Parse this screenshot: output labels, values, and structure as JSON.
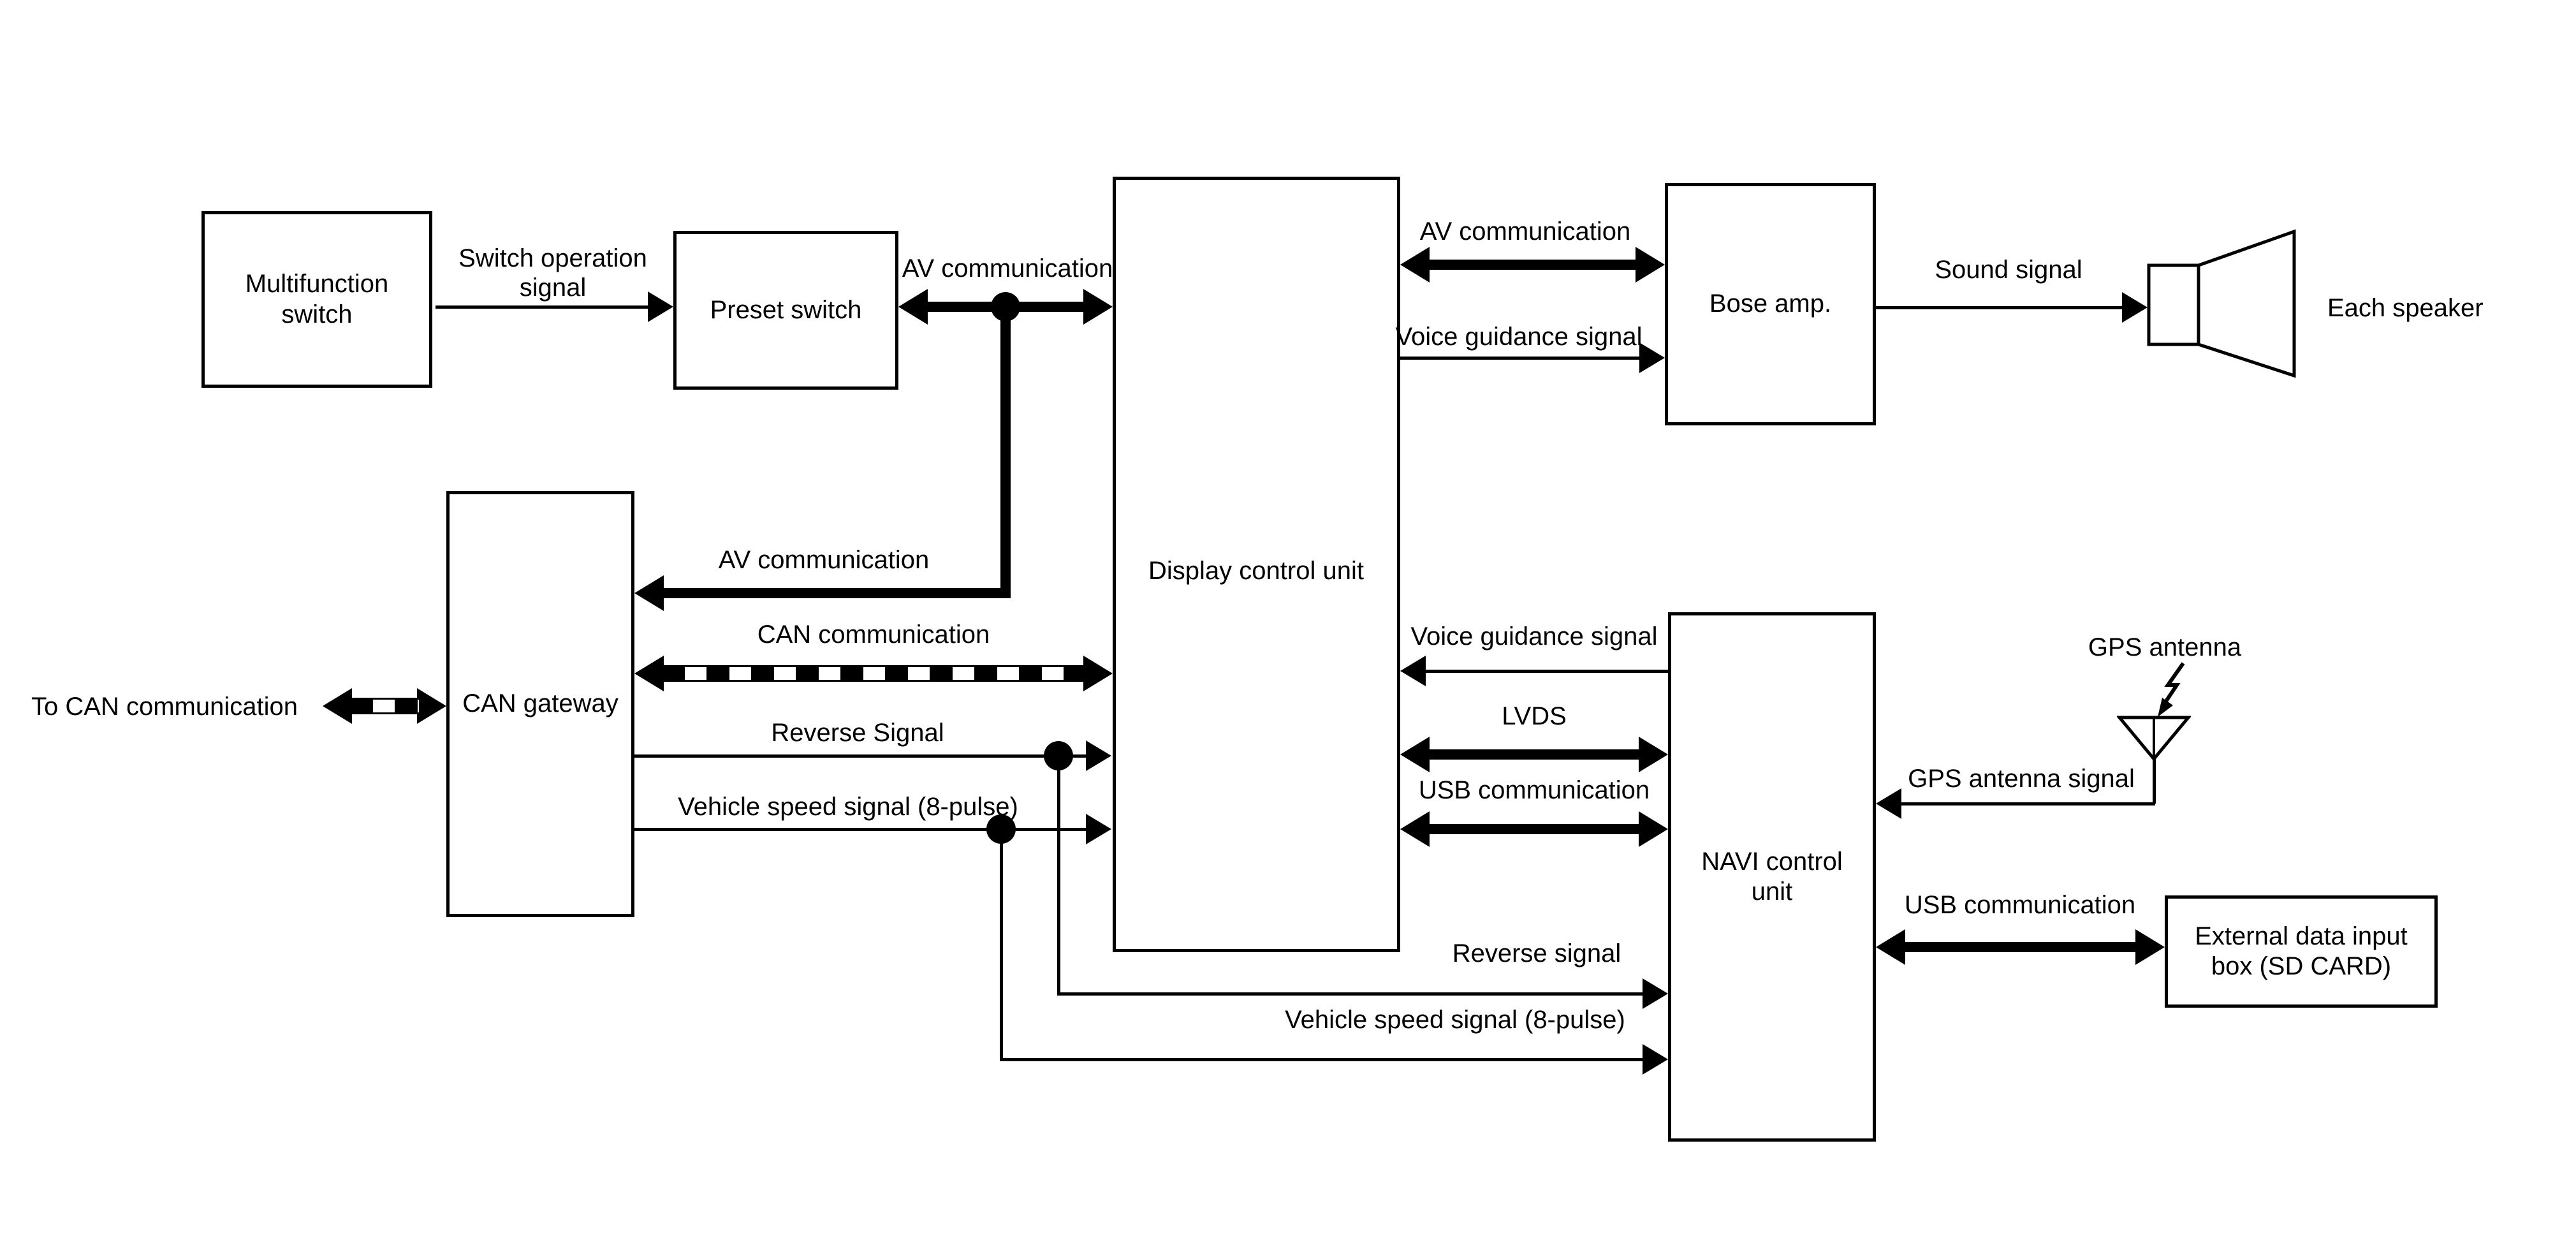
{
  "boxes": {
    "multifunction": "Multifunction\nswitch",
    "preset": "Preset switch",
    "display": "Display control unit",
    "bose": "Bose amp.",
    "can_gateway": "CAN gateway",
    "navi": "NAVI control\nunit",
    "external": "External data input\nbox (SD CARD)"
  },
  "labels": {
    "switch_operation": "Switch operation\nsignal",
    "av_preset": "AV communication",
    "av_gateway": "AV communication",
    "av_bose": "AV communication",
    "can_comm": "CAN communication",
    "to_can": "To CAN communication",
    "reverse_top": "Reverse Signal",
    "vehicle_top": "Vehicle speed signal (8-pulse)",
    "voice_bose": "Voice guidance signal",
    "voice_navi": "Voice guidance signal",
    "sound": "Sound signal",
    "each_speaker": "Each speaker",
    "lvds": "LVDS",
    "usb_navi": "USB communication",
    "usb_external": "USB communication",
    "gps_antenna": "GPS antenna",
    "gps_signal": "GPS antenna signal",
    "reverse_bottom": "Reverse signal",
    "vehicle_bottom": "Vehicle speed signal (8-pulse)"
  },
  "colors": {
    "line": "#000000",
    "background": "#ffffff"
  }
}
